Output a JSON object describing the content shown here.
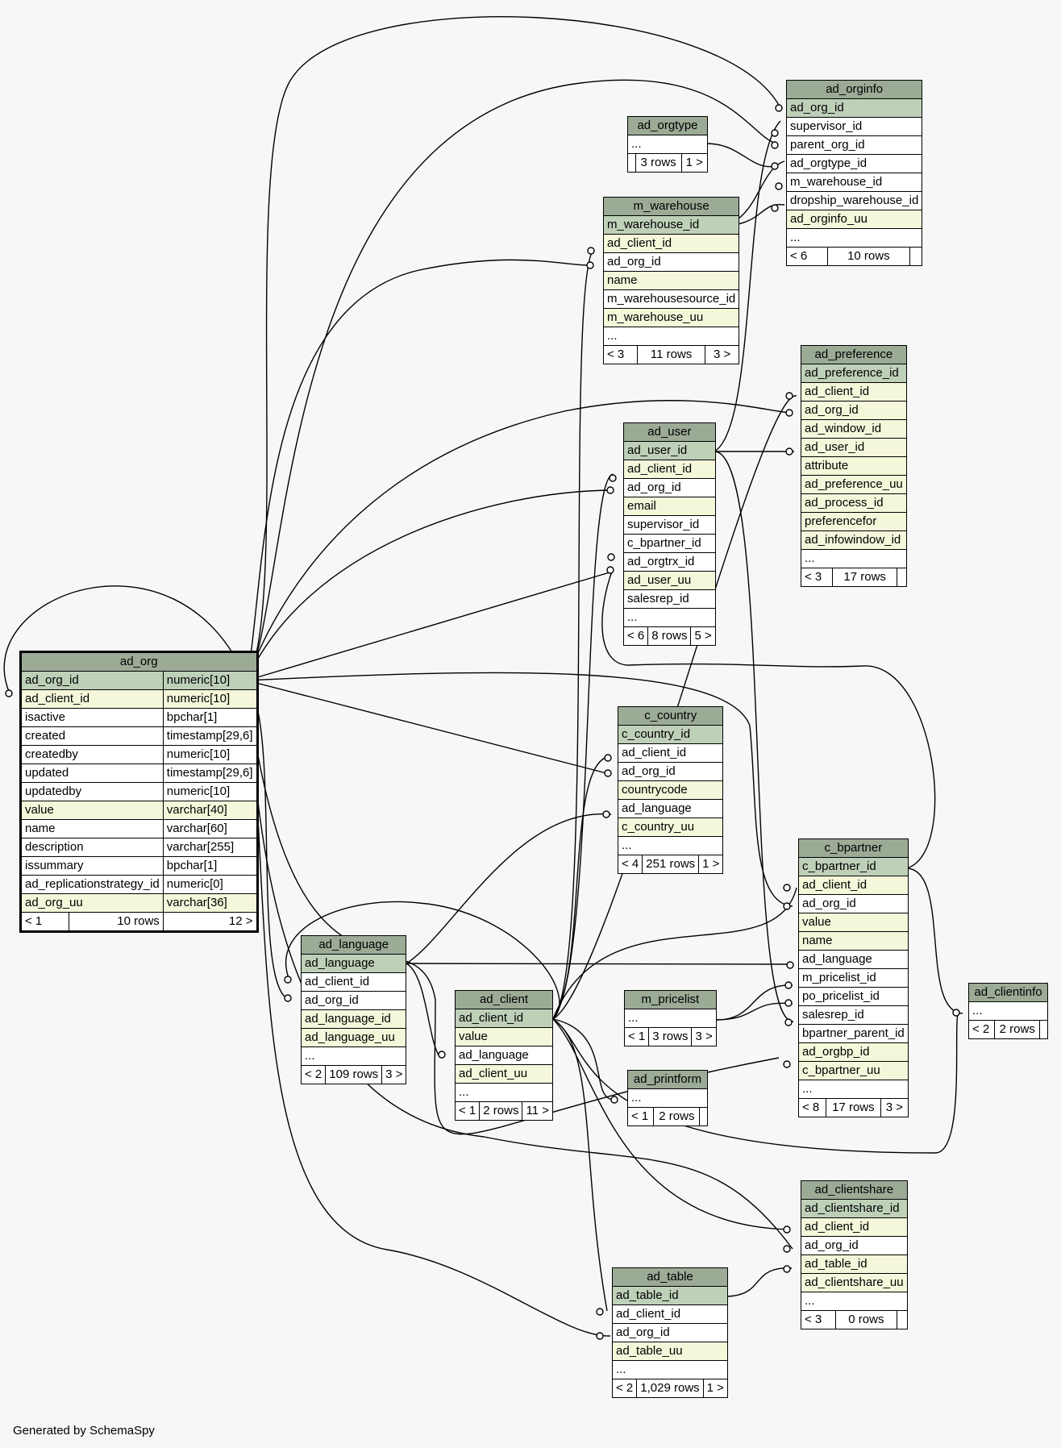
{
  "footer": "Generated by SchemaSpy",
  "colors": {
    "header": "#9bab96",
    "primary_key": "#bfd0b8",
    "indexed": "#f4f7da",
    "plain": "#ffffff",
    "background": "#f7f7f7"
  },
  "tables": {
    "ad_org": {
      "title": "ad_org",
      "columns": [
        {
          "name": "ad_org_id",
          "type": "numeric[10]"
        },
        {
          "name": "ad_client_id",
          "type": "numeric[10]"
        },
        {
          "name": "isactive",
          "type": "bpchar[1]"
        },
        {
          "name": "created",
          "type": "timestamp[29,6]"
        },
        {
          "name": "createdby",
          "type": "numeric[10]"
        },
        {
          "name": "updated",
          "type": "timestamp[29,6]"
        },
        {
          "name": "updatedby",
          "type": "numeric[10]"
        },
        {
          "name": "value",
          "type": "varchar[40]"
        },
        {
          "name": "name",
          "type": "varchar[60]"
        },
        {
          "name": "description",
          "type": "varchar[255]"
        },
        {
          "name": "issummary",
          "type": "bpchar[1]"
        },
        {
          "name": "ad_replicationstrategy_id",
          "type": "numeric[0]"
        },
        {
          "name": "ad_org_uu",
          "type": "varchar[36]"
        }
      ],
      "footer": [
        "< 1",
        "10 rows",
        "12 >"
      ]
    },
    "ad_orginfo": {
      "title": "ad_orginfo",
      "columns": [
        "ad_org_id",
        "supervisor_id",
        "parent_org_id",
        "ad_orgtype_id",
        "m_warehouse_id",
        "dropship_warehouse_id",
        "ad_orginfo_uu",
        "..."
      ],
      "footer": [
        "< 6",
        "10 rows",
        ""
      ]
    },
    "ad_orgtype": {
      "title": "ad_orgtype",
      "columns": [
        "..."
      ],
      "footer": [
        "",
        "3 rows",
        "1 >"
      ]
    },
    "m_warehouse": {
      "title": "m_warehouse",
      "columns": [
        "m_warehouse_id",
        "ad_client_id",
        "ad_org_id",
        "name",
        "m_warehousesource_id",
        "m_warehouse_uu",
        "..."
      ],
      "footer": [
        "< 3",
        "11 rows",
        "3 >"
      ]
    },
    "ad_preference": {
      "title": "ad_preference",
      "columns": [
        "ad_preference_id",
        "ad_client_id",
        "ad_org_id",
        "ad_window_id",
        "ad_user_id",
        "attribute",
        "ad_preference_uu",
        "ad_process_id",
        "preferencefor",
        "ad_infowindow_id",
        "..."
      ],
      "footer": [
        "< 3",
        "17 rows",
        ""
      ]
    },
    "ad_user": {
      "title": "ad_user",
      "columns": [
        "ad_user_id",
        "ad_client_id",
        "ad_org_id",
        "email",
        "supervisor_id",
        "c_bpartner_id",
        "ad_orgtrx_id",
        "ad_user_uu",
        "salesrep_id",
        "..."
      ],
      "footer": [
        "< 6",
        "8 rows",
        "5 >"
      ]
    },
    "c_country": {
      "title": "c_country",
      "columns": [
        "c_country_id",
        "ad_client_id",
        "ad_org_id",
        "countrycode",
        "ad_language",
        "c_country_uu",
        "..."
      ],
      "footer": [
        "< 4",
        "251 rows",
        "1 >"
      ]
    },
    "c_bpartner": {
      "title": "c_bpartner",
      "columns": [
        "c_bpartner_id",
        "ad_client_id",
        "ad_org_id",
        "value",
        "name",
        "ad_language",
        "m_pricelist_id",
        "po_pricelist_id",
        "salesrep_id",
        "bpartner_parent_id",
        "ad_orgbp_id",
        "c_bpartner_uu",
        "..."
      ],
      "footer": [
        "< 8",
        "17 rows",
        "3 >"
      ]
    },
    "ad_language": {
      "title": "ad_language",
      "columns": [
        "ad_language",
        "ad_client_id",
        "ad_org_id",
        "ad_language_id",
        "ad_language_uu",
        "..."
      ],
      "footer": [
        "< 2",
        "109 rows",
        "3 >"
      ]
    },
    "ad_client": {
      "title": "ad_client",
      "columns": [
        "ad_client_id",
        "value",
        "ad_language",
        "ad_client_uu",
        "..."
      ],
      "footer": [
        "< 1",
        "2 rows",
        "11 >"
      ]
    },
    "m_pricelist": {
      "title": "m_pricelist",
      "columns": [
        "..."
      ],
      "footer": [
        "< 1",
        "3 rows",
        "3 >"
      ]
    },
    "ad_printform": {
      "title": "ad_printform",
      "columns": [
        "..."
      ],
      "footer": [
        "< 1",
        "2 rows",
        ""
      ]
    },
    "ad_clientinfo": {
      "title": "ad_clientinfo",
      "columns": [
        "..."
      ],
      "footer": [
        "< 2",
        "2 rows",
        ""
      ]
    },
    "ad_clientshare": {
      "title": "ad_clientshare",
      "columns": [
        "ad_clientshare_id",
        "ad_client_id",
        "ad_org_id",
        "ad_table_id",
        "ad_clientshare_uu",
        "..."
      ],
      "footer": [
        "< 3",
        "0 rows",
        ""
      ]
    },
    "ad_table": {
      "title": "ad_table",
      "columns": [
        "ad_table_id",
        "ad_client_id",
        "ad_org_id",
        "ad_table_uu",
        "..."
      ],
      "footer": [
        "< 2",
        "1,029 rows",
        "1 >"
      ]
    }
  }
}
